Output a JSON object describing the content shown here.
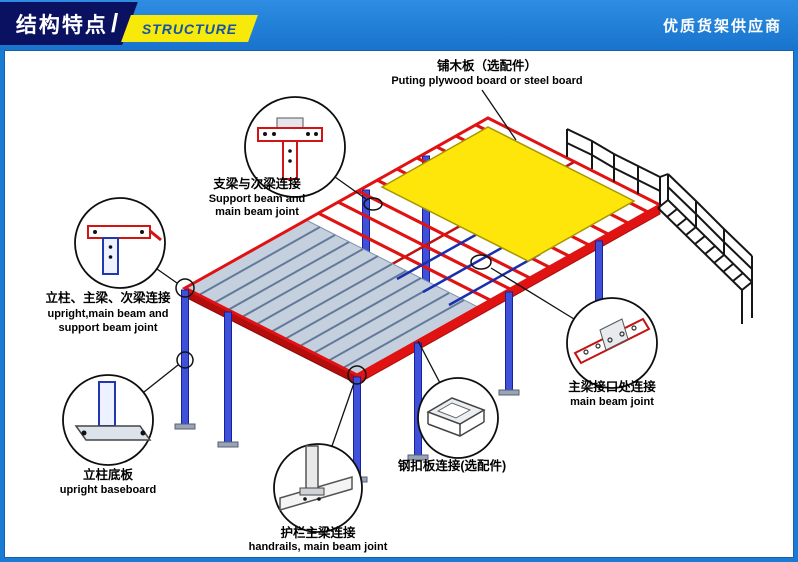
{
  "header": {
    "title_cn": "结构特点",
    "title_divider": "/",
    "title_en": "STRUCTURE",
    "tagline": "优质货架供应商"
  },
  "diagram": {
    "top_label": {
      "cn": "铺木板（选配件）",
      "en": "Puting plywood board or steel board"
    },
    "callouts": {
      "support_joint": {
        "cn": "支梁与次梁连接",
        "en1": "Support beam and",
        "en2": "main beam joint"
      },
      "upright_joint": {
        "cn": "立柱、主梁、次梁连接",
        "en1": "upright,main beam and",
        "en2": "support beam joint"
      },
      "baseboard": {
        "cn": "立柱底板",
        "en1": "upright baseboard"
      },
      "handrail_joint": {
        "cn": "护栏主梁连接",
        "en1": "handrails, main beam joint"
      },
      "buckle_plate": {
        "cn": "钢扣板连接(选配件)"
      },
      "main_beam_joint": {
        "cn": "主梁接口处连接",
        "en1": "main beam joint"
      }
    },
    "colors": {
      "frame_red": "#e01212",
      "deck_blue_gray": "#c5d0de",
      "deck_stripe": "#64799a",
      "plywood_yellow": "#ffe60a",
      "column_blue": "#3f51d9",
      "purlin_blue": "#1a2fae",
      "stairs_black": "#161616",
      "header_blue": "#1a7bd5",
      "brand_navy": "#0a1160",
      "brand_yellow": "#f7ea0a"
    }
  }
}
